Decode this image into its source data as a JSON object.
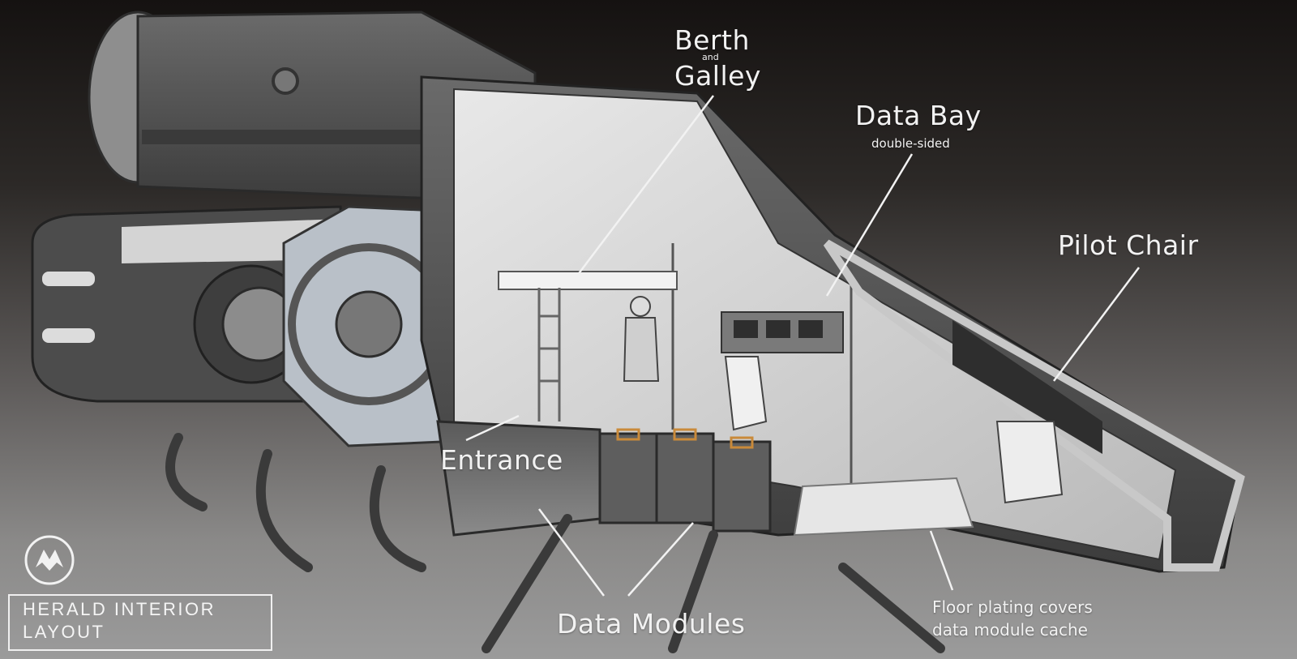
{
  "labels": {
    "berth_line1": "Berth",
    "berth_and": "and",
    "berth_line2": "Galley",
    "data_bay": "Data  Bay",
    "data_bay_sub": "double-sided",
    "pilot_chair": "Pilot  Chair",
    "entrance": "Entrance",
    "data_modules": "Data Modules",
    "floor_line1": "Floor plating covers",
    "floor_line2": "data module cache"
  },
  "title": {
    "line1": "HERALD  INTERIOR",
    "line2": "LAYOUT"
  },
  "colors": {
    "hull_dark": "#4a4a4a",
    "hull_mid": "#6e6e6e",
    "hull_light": "#9a9a9a",
    "interior": "#d9d9d9",
    "label": "#f2f2f2",
    "accent_orange": "#c98a3a"
  },
  "icons": {
    "logo": "herald-emblem-icon"
  }
}
